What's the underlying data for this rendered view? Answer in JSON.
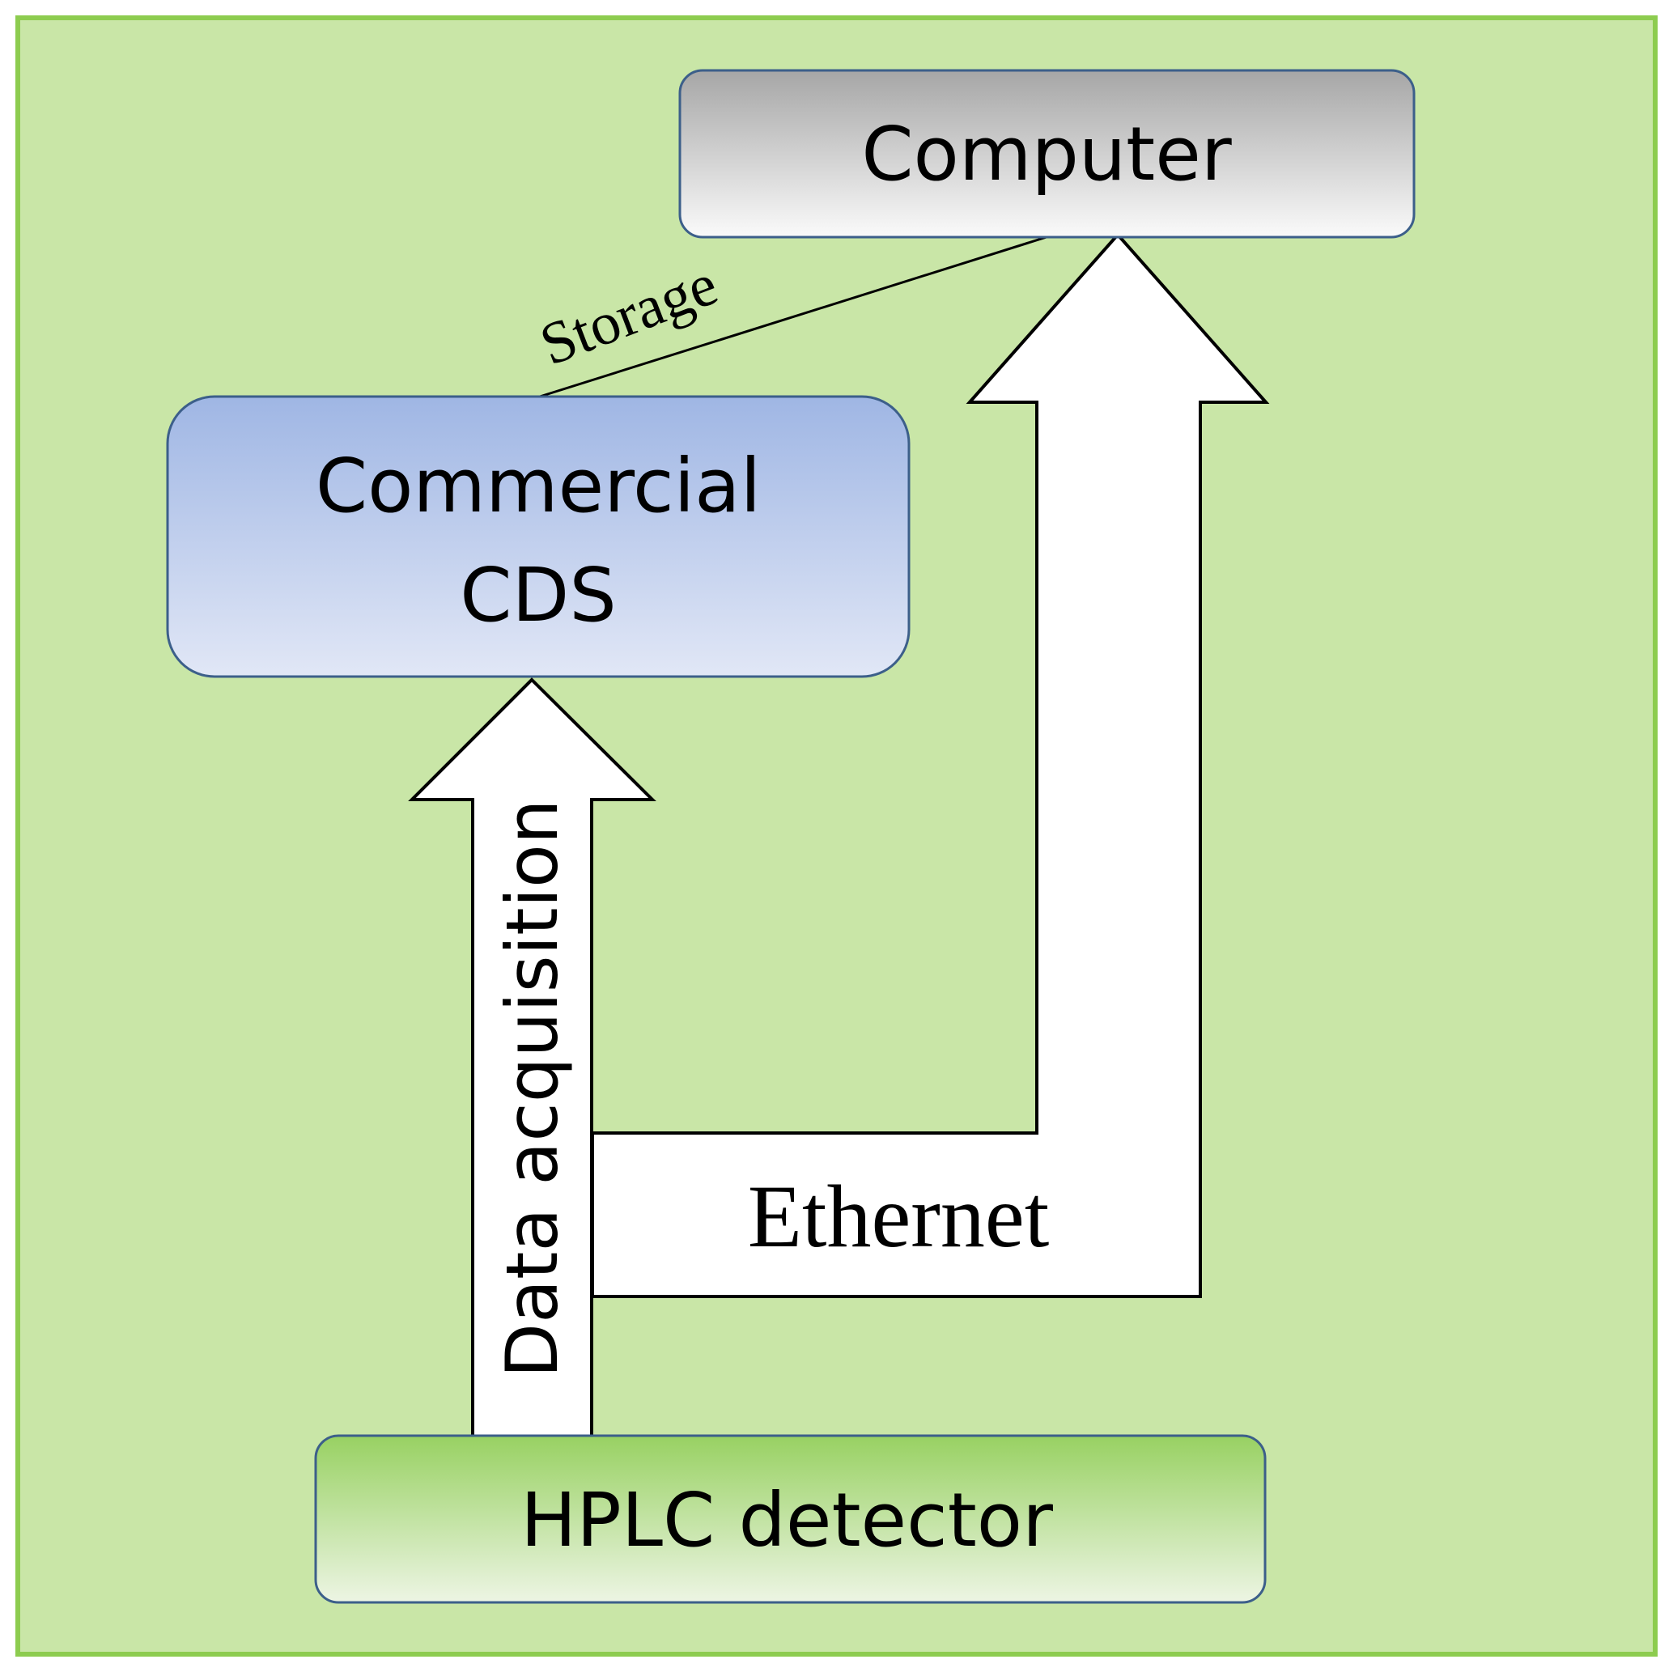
{
  "colors": {
    "frame_fill": "#c9e6a7",
    "frame_border": "#8dcc4f",
    "box_border": "#3c5f8a",
    "arrow_fill": "#ffffff",
    "arrow_stroke": "#000000",
    "computer_gradient": [
      "#a6a6a6",
      "#fafafa"
    ],
    "cds_gradient": [
      "#9fb6e4",
      "#e1e7f6"
    ],
    "hplc_gradient": [
      "#98d162",
      "#edf5e4"
    ]
  },
  "nodes": {
    "computer": {
      "label": "Computer"
    },
    "cds": {
      "label_line1": "Commercial",
      "label_line2": "CDS"
    },
    "hplc": {
      "label": "HPLC detector"
    }
  },
  "edges": {
    "storage": {
      "label": "Storage"
    },
    "data_acquisition": {
      "label": "Data acquisition"
    },
    "ethernet": {
      "label": "Ethernet"
    }
  }
}
